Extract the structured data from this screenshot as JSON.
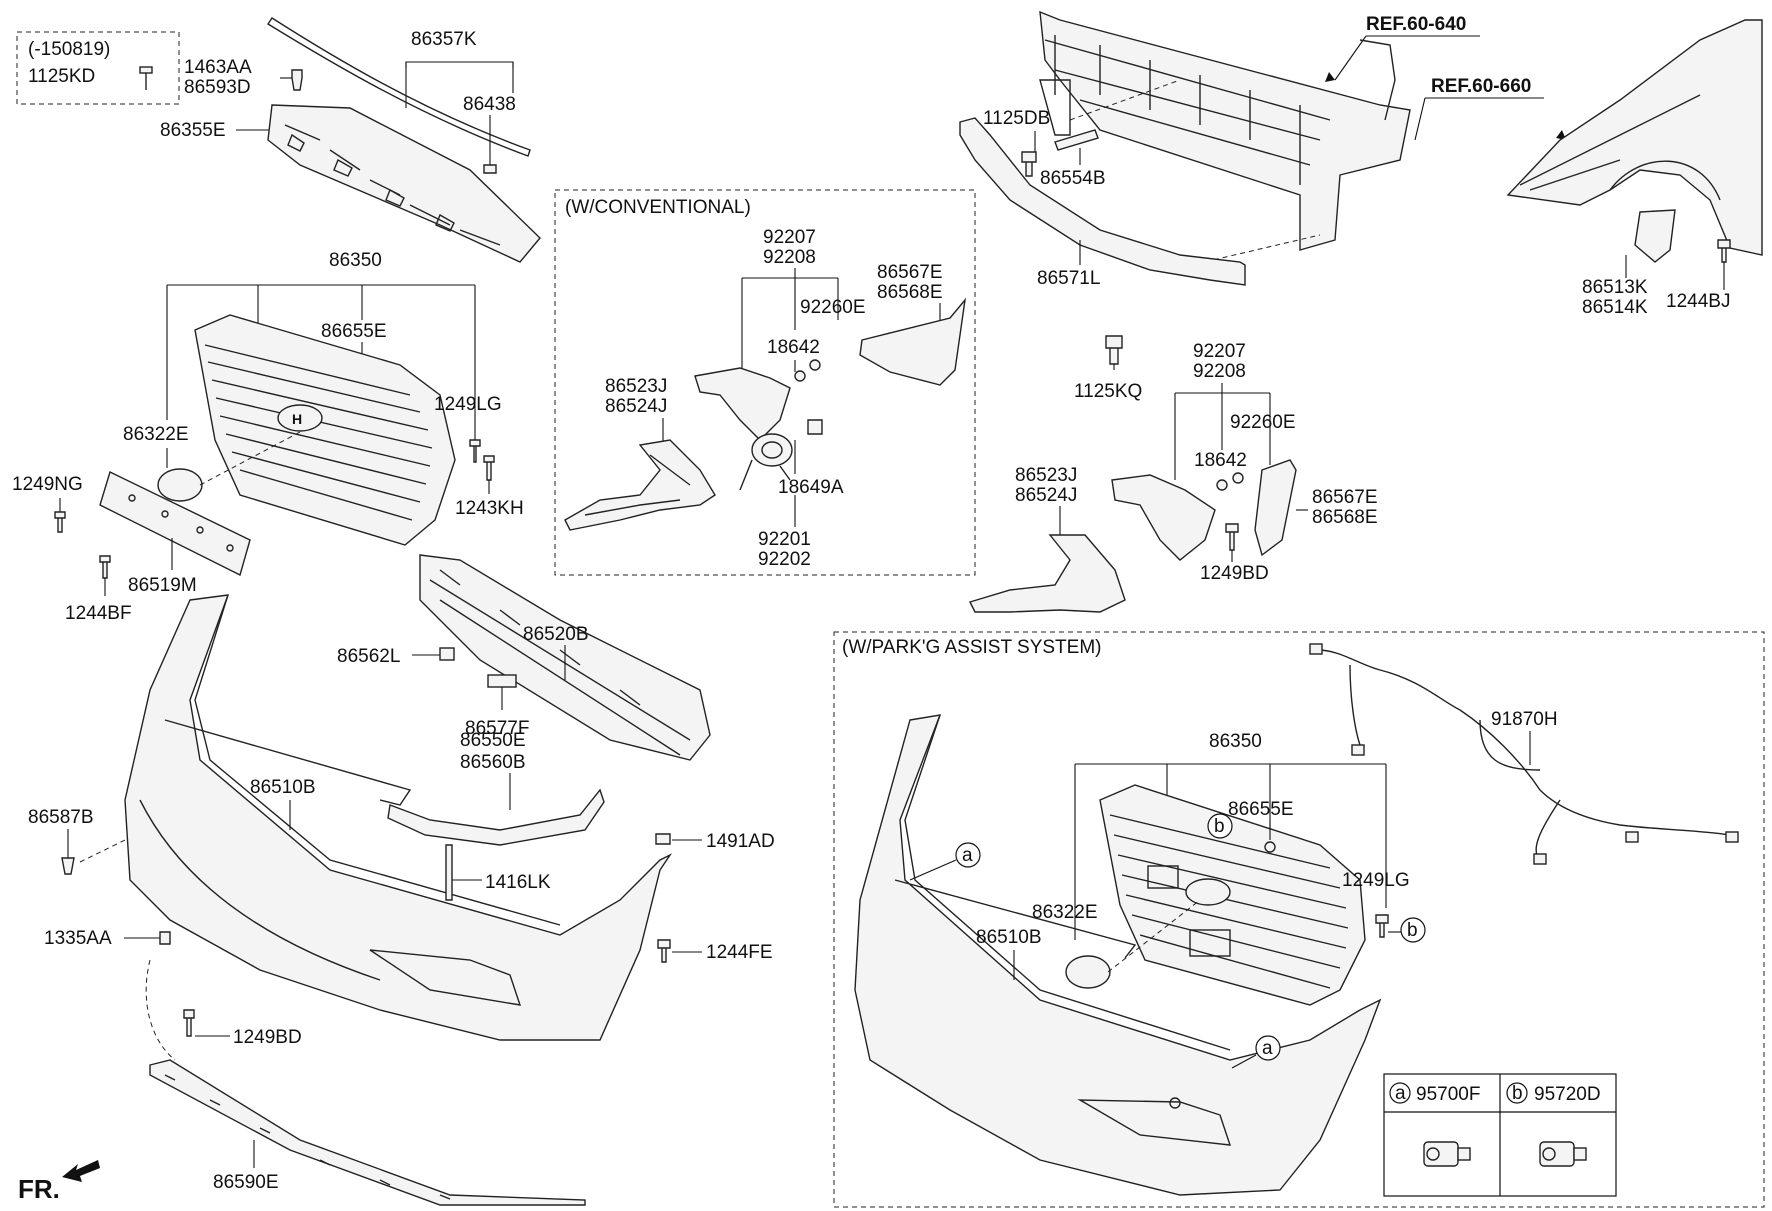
{
  "labels": {
    "date_code": "(-150819)",
    "p1125KD": "1125KD",
    "p1463AA": "1463AA",
    "p86593D": "86593D",
    "p86357K": "86357K",
    "p86438": "86438",
    "p86355E": "86355E",
    "p86350_top": "86350",
    "p86655E_top": "86655E",
    "p1249LG_top": "1249LG",
    "p86322E_top": "86322E",
    "p1249NG": "1249NG",
    "p1243KH": "1243KH",
    "p86519M": "86519M",
    "p1244BF": "1244BF",
    "p86562L": "86562L",
    "p86520B": "86520B",
    "p86577F": "86577F",
    "p86550E": "86550E",
    "p86560B": "86560B",
    "p86510B_main": "86510B",
    "p86587B": "86587B",
    "p1491AD": "1491AD",
    "p1416LK": "1416LK",
    "p1335AA": "1335AA",
    "p1244FE": "1244FE",
    "p1249BD_main": "1249BD",
    "p86590E": "86590E",
    "fr": "FR.",
    "conv_title": "(W/CONVENTIONAL)",
    "c92207": "92207",
    "c92208": "92208",
    "c86567E": "86567E",
    "c86568E": "86568E",
    "c92260E": "92260E",
    "c18642": "18642",
    "c86523J": "86523J",
    "c86524J": "86524J",
    "c18649A": "18649A",
    "c92201": "92201",
    "c92202": "92202",
    "ref60640": "REF.60-640",
    "ref60660": "REF.60-660",
    "p1125DB": "1125DB",
    "p86554B": "86554B",
    "p86571L": "86571L",
    "p1125KQ": "1125KQ",
    "p86513K": "86513K",
    "p86514K": "86514K",
    "p1244BJ": "1244BJ",
    "r92207": "92207",
    "r92208": "92208",
    "r92260E": "92260E",
    "r18642": "18642",
    "r86523J": "86523J",
    "r86524J": "86524J",
    "r86567E": "86567E",
    "r86568E": "86568E",
    "r1249BD": "1249BD",
    "park_title": "(W/PARK'G ASSIST SYSTEM)",
    "p91870H": "91870H",
    "pa86350": "86350",
    "pa86655E": "86655E",
    "pa1249LG": "1249LG",
    "pa86322E": "86322E",
    "pa86510B": "86510B",
    "callout_a": "a",
    "callout_b": "b",
    "legend_a_code": "95700F",
    "legend_b_code": "95720D"
  }
}
